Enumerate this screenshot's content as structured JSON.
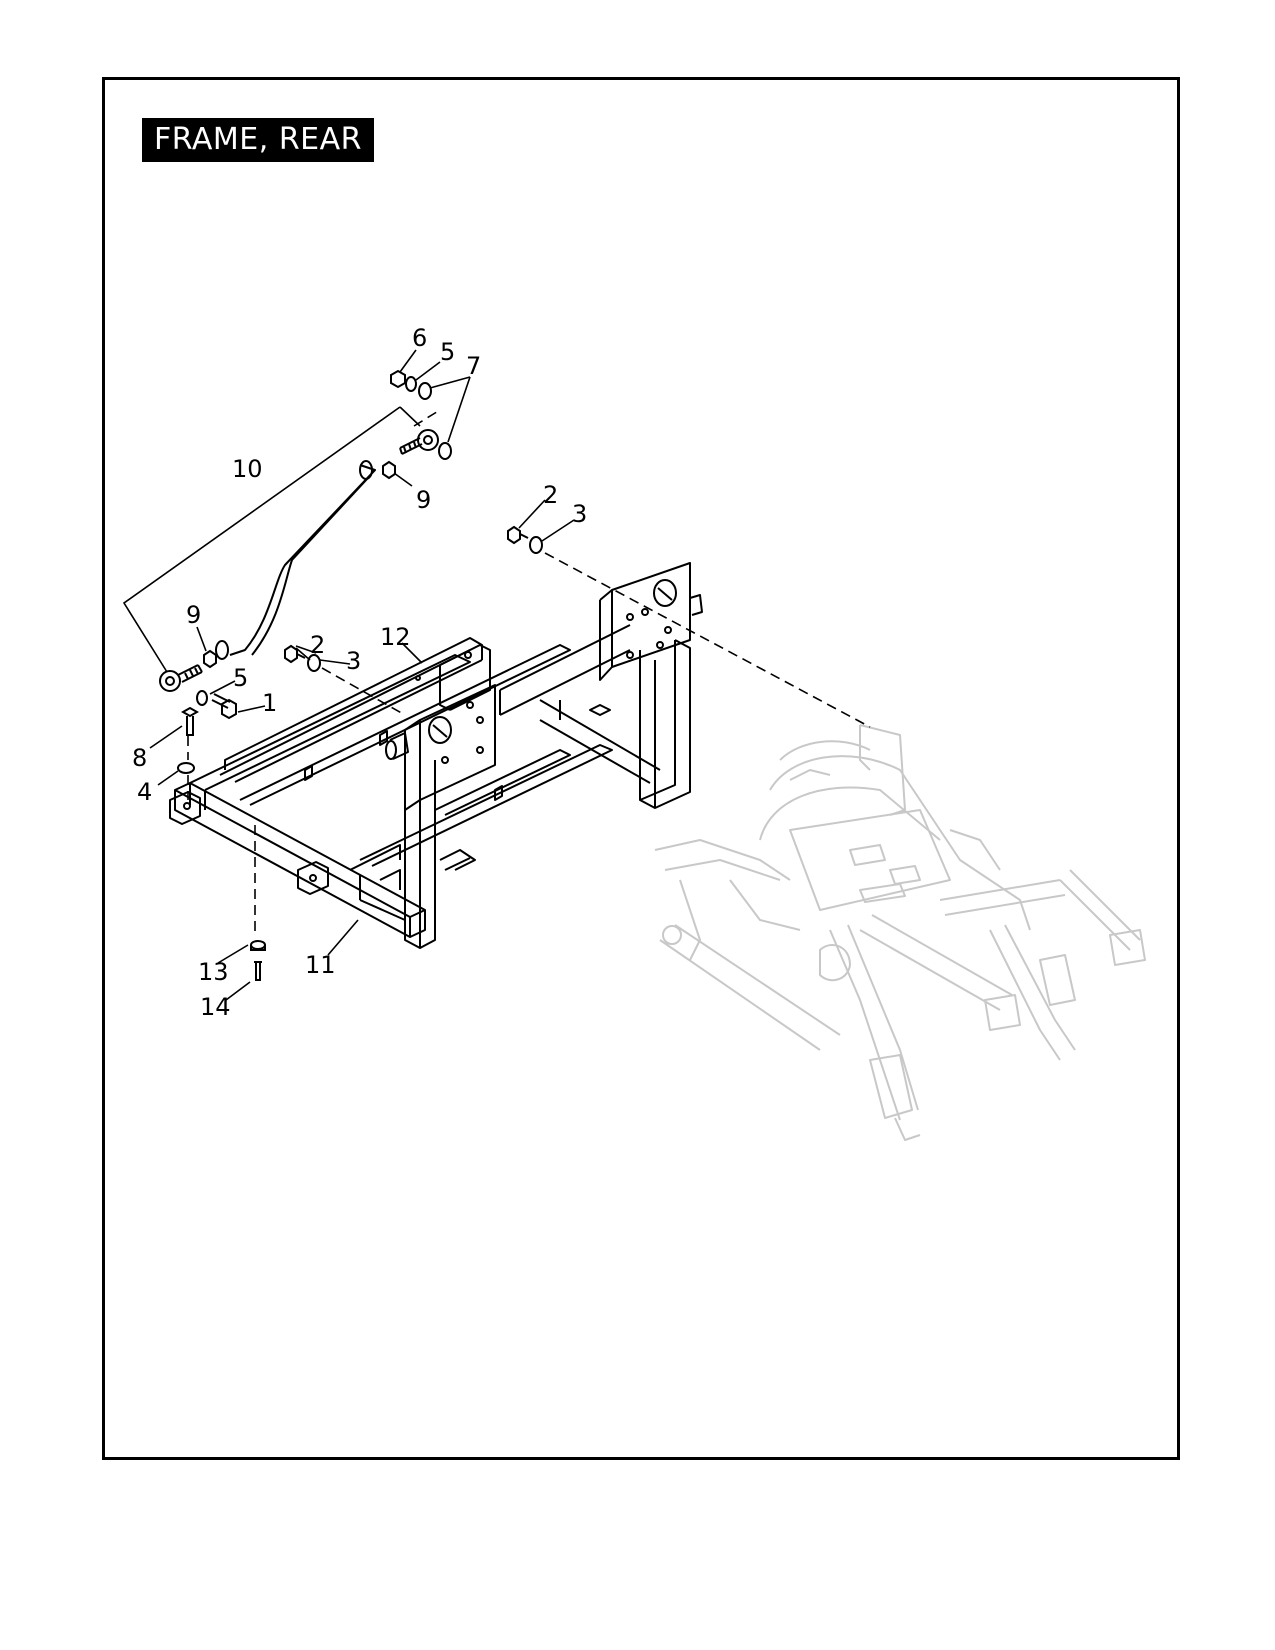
{
  "title": "FRAME, REAR",
  "callouts": [
    {
      "id": "c6a",
      "label": "6"
    },
    {
      "id": "c5a",
      "label": "5"
    },
    {
      "id": "c7a",
      "label": "7"
    },
    {
      "id": "c10",
      "label": "10"
    },
    {
      "id": "c9a",
      "label": "9"
    },
    {
      "id": "c2a",
      "label": "2"
    },
    {
      "id": "c3a",
      "label": "3"
    },
    {
      "id": "c9b",
      "label": "9"
    },
    {
      "id": "c12",
      "label": "12"
    },
    {
      "id": "c2b",
      "label": "2"
    },
    {
      "id": "c3b",
      "label": "3"
    },
    {
      "id": "c5b",
      "label": "5"
    },
    {
      "id": "c1",
      "label": "1"
    },
    {
      "id": "c8",
      "label": "8"
    },
    {
      "id": "c4",
      "label": "4"
    },
    {
      "id": "c11",
      "label": "11"
    },
    {
      "id": "c13",
      "label": "13"
    },
    {
      "id": "c14",
      "label": "14"
    }
  ],
  "colors": {
    "line": "#000000",
    "ghost": "#c8c8c8",
    "title_bg": "#000000",
    "title_fg": "#ffffff"
  }
}
